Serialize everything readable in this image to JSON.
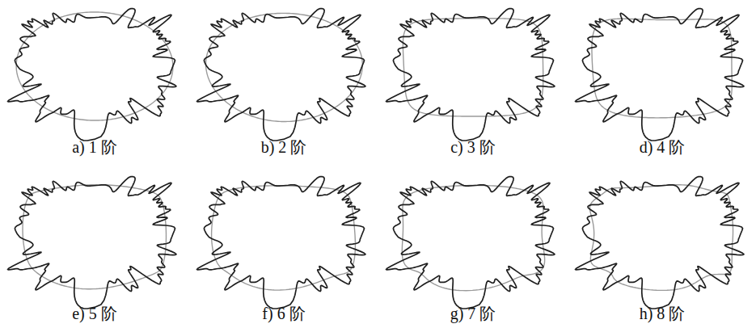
{
  "diagram": {
    "labels": [
      "a) 1 阶",
      "b) 2 阶",
      "c) 3 阶",
      "d) 4 阶",
      "e) 5 阶",
      "f) 6 阶",
      "g) 7 阶",
      "h) 8 阶"
    ]
  }
}
